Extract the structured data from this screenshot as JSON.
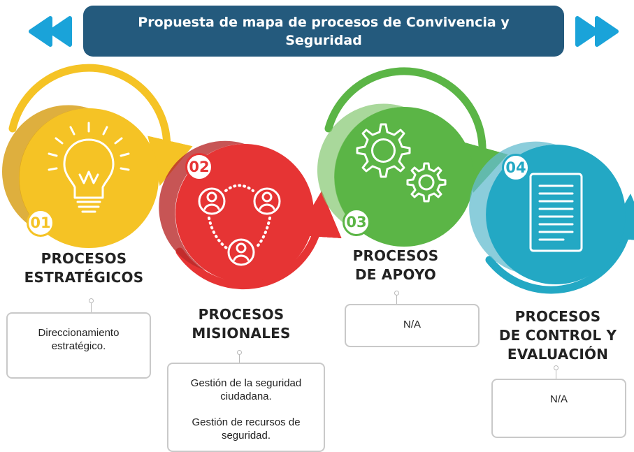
{
  "header": {
    "title_line1": "Propuesta de mapa de procesos de Convivencia y",
    "title_line2": "Seguridad",
    "prev_icon": "double-left-arrow-icon",
    "next_icon": "double-right-arrow-icon",
    "arrow_color": "#1aa3d9",
    "bg_color": "#245a7d"
  },
  "stages": [
    {
      "number": "01",
      "title_line1": "PROCESOS",
      "title_line2": "ESTRATÉGICOS",
      "title_line3": "",
      "items": [
        "Direccionamiento estratégico."
      ],
      "color": "#f5c325",
      "dark": "#d8a11c",
      "icon": "lightbulb-icon"
    },
    {
      "number": "02",
      "title_line1": "PROCESOS",
      "title_line2": "MISIONALES",
      "title_line3": "",
      "items": [
        "Gestión de la seguridad ciudadana.",
        "Gestión de recursos de seguridad."
      ],
      "color": "#e63434",
      "dark": "#b92a2a",
      "icon": "people-network-icon"
    },
    {
      "number": "03",
      "title_line1": "PROCESOS",
      "title_line2": "DE APOYO",
      "title_line3": "",
      "items": [
        "N/A"
      ],
      "color": "#5bb546",
      "dark": "#3f9a35",
      "icon": "gears-icon"
    },
    {
      "number": "04",
      "title_line1": "PROCESOS",
      "title_line2": "DE CONTROL Y",
      "title_line3": "EVALUACIÓN",
      "items": [
        "N/A"
      ],
      "color": "#23a8c4",
      "dark": "#1a8aa3",
      "icon": "document-icon"
    }
  ],
  "title_color": "#222222"
}
